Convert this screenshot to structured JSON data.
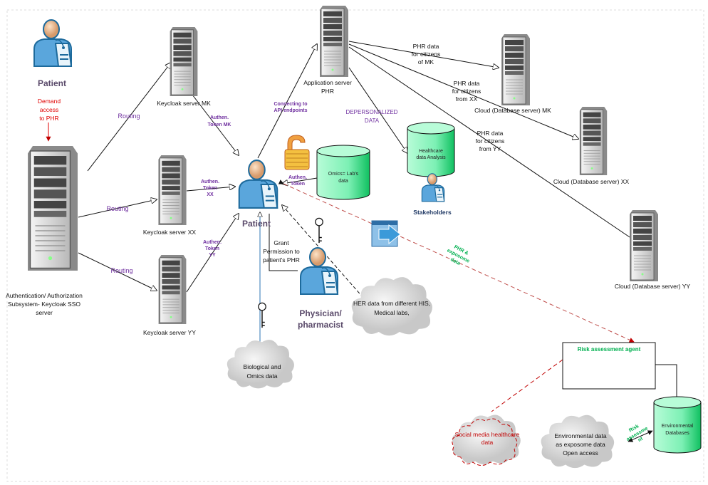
{
  "patient_top": {
    "label": "Patient",
    "demand": [
      "Demand",
      "access",
      "to PHR"
    ]
  },
  "sso_server": {
    "label": [
      "Authentication/ Authorization",
      "Subsystem- Keycloak SSO",
      "server"
    ]
  },
  "routing": [
    "Routing",
    "Routing",
    "Routing"
  ],
  "keycloak_mk": {
    "label": "Keycloak server MK",
    "token": [
      "Authen.",
      "Token MK"
    ]
  },
  "keycloak_xx": {
    "label": "Keycloak server XX",
    "token": [
      "Authen.",
      "Token",
      "XX"
    ]
  },
  "keycloak_yy": {
    "label": "Keycloak server YY",
    "token": [
      "Authen.",
      "Token",
      "YY"
    ]
  },
  "app_server": {
    "label": [
      "Application server",
      "PHR"
    ],
    "connect": [
      "Connecting to",
      "API endpoints"
    ]
  },
  "patient_center": {
    "label": "Patient",
    "grant": [
      "Grant",
      "Permission to",
      "patient's PHR"
    ]
  },
  "omics": {
    "label": [
      "Omics= Lab's",
      "data"
    ],
    "token": [
      "Authen.",
      "Token"
    ]
  },
  "depersonalized": [
    "DEPERSONALIZED",
    "DATA"
  ],
  "healthcare": {
    "label": [
      "Healthcare",
      "data Analysis"
    ],
    "stakeholders": "Stakeholders"
  },
  "phr_mk": [
    "PHR data",
    "for citizens",
    "of MK"
  ],
  "phr_xx": [
    "PHR data",
    "for citizens",
    "from XX"
  ],
  "phr_yy": [
    "PHR data",
    "for citizens",
    "from YY"
  ],
  "cloud_mk": "Cloud (Database server) MK",
  "cloud_xx": "Cloud (Database server) XX",
  "cloud_yy": "Cloud (Database server) YY",
  "physician": [
    "Physician/",
    "pharmacist"
  ],
  "her": [
    "HER data from different HIS,",
    "Medical labs,"
  ],
  "bio": [
    "Biological and",
    "Omics data"
  ],
  "phr_exposome": [
    "PHR &",
    "exposome",
    "data"
  ],
  "risk_agent": "Risk assessment agent",
  "env_db": [
    "Environmental",
    "Databases"
  ],
  "social": [
    "Social media healthcare",
    "data"
  ],
  "env_data": [
    "Environmental data",
    "as exposome data",
    "Open access"
  ],
  "risk_assessment": [
    "Risk",
    "assessme",
    "nt"
  ],
  "colors": {
    "purple": "#7030a0",
    "green": "#00b050",
    "red": "#e00000",
    "db": "#7cf0b4",
    "dashed_red": "#c0504d"
  }
}
